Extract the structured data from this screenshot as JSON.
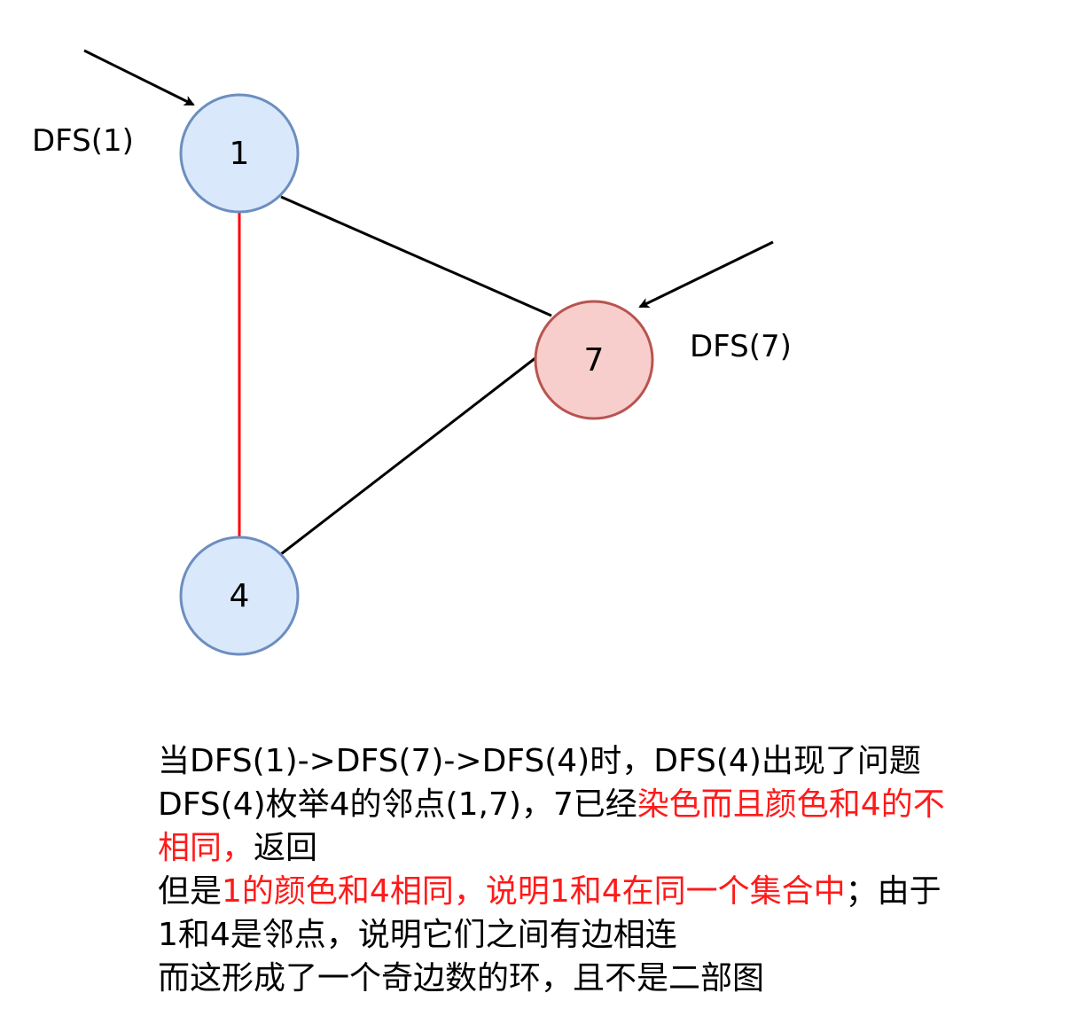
{
  "graph": {
    "nodes": [
      {
        "id": "1",
        "label": "1",
        "fill": "#dae8fc",
        "stroke": "#6c8ebf"
      },
      {
        "id": "7",
        "label": "7",
        "fill": "#f8cecc",
        "stroke": "#b85450"
      },
      {
        "id": "4",
        "label": "4",
        "fill": "#dae8fc",
        "stroke": "#6c8ebf"
      }
    ],
    "edges": [
      {
        "from": "1",
        "to": "7",
        "color": "#000000"
      },
      {
        "from": "7",
        "to": "4",
        "color": "#000000"
      },
      {
        "from": "1",
        "to": "4",
        "color": "#ff0000"
      }
    ],
    "entry_labels": {
      "dfs1": "DFS(1)",
      "dfs7": "DFS(7)"
    }
  },
  "explanation": {
    "line1": "当DFS(1)->DFS(7)->DFS(4)时，DFS(4)出现了问题",
    "line2_a": "DFS(4)枚举4的邻点(1,7)，7已经",
    "line2_b": "染色而且颜色和4的不",
    "line3_a": "相同，",
    "line3_b": "返回",
    "line4_a": "但是",
    "line4_b": "1的颜色和4相同，说明1和4在同一个集合中",
    "line4_c": "；由于",
    "line5": "1和4是邻点，说明它们之间有边相连",
    "line6": "而这形成了一个奇边数的环，且不是二部图"
  },
  "colors": {
    "highlight": "#ff1a1a",
    "text": "#000000"
  }
}
